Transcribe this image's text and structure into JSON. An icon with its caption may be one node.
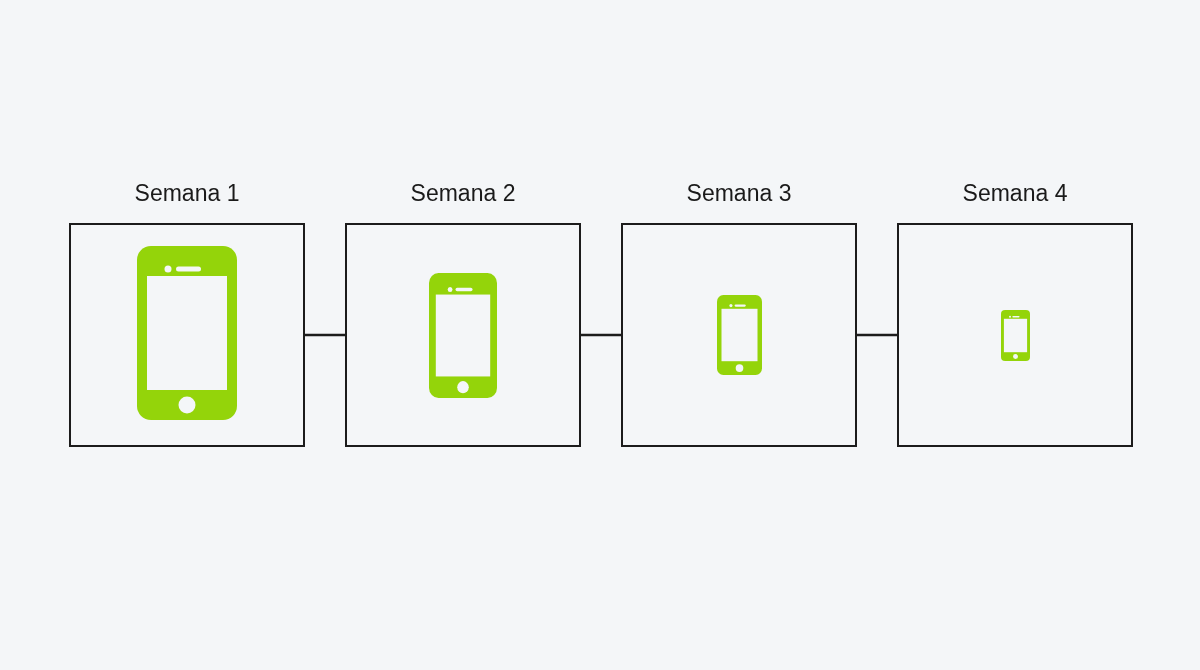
{
  "diagram": {
    "nodes": [
      {
        "text": [
          "Semana 1"
        ]
      },
      {
        "text": [
          "Semana 2"
        ]
      },
      {
        "text": [
          "Semana 3"
        ]
      },
      {
        "text": [
          "Semana 4"
        ]
      }
    ],
    "edges": [
      {
        "from": 0,
        "to": 1,
        "arrow": "none"
      },
      {
        "from": 1,
        "to": 2,
        "arrow": "none"
      },
      {
        "from": 2,
        "to": 3,
        "arrow": "none"
      }
    ]
  }
}
